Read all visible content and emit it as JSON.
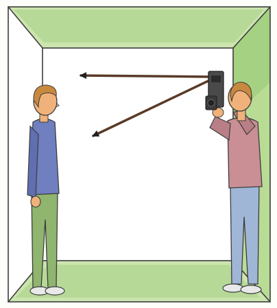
{
  "illustration": {
    "style": "hand-drawn colored pencil sketch",
    "colors": {
      "paper": "#fdfdf9",
      "room_green": "#8fc46a",
      "room_green_light": "#c7e2a6",
      "outline": "#3c3c3c",
      "arrow": "#5a3a28",
      "skin": "#f0b27a",
      "hair": "#c8893f",
      "left_person_shirt": "#6f7fbf",
      "left_person_pants": "#8fb56e",
      "right_person_shirt": "#c98f95",
      "right_person_pants": "#9fb6d6",
      "camera": "#4a4a4a",
      "shoes": "#e9e9e9"
    },
    "elements": {
      "room": "room-box-perspective",
      "left_figure": "standing-person",
      "right_figure": "photographer-person",
      "camera": "camera-icon",
      "arrows": [
        "arrow-upper-left",
        "arrow-lower-left"
      ]
    }
  }
}
